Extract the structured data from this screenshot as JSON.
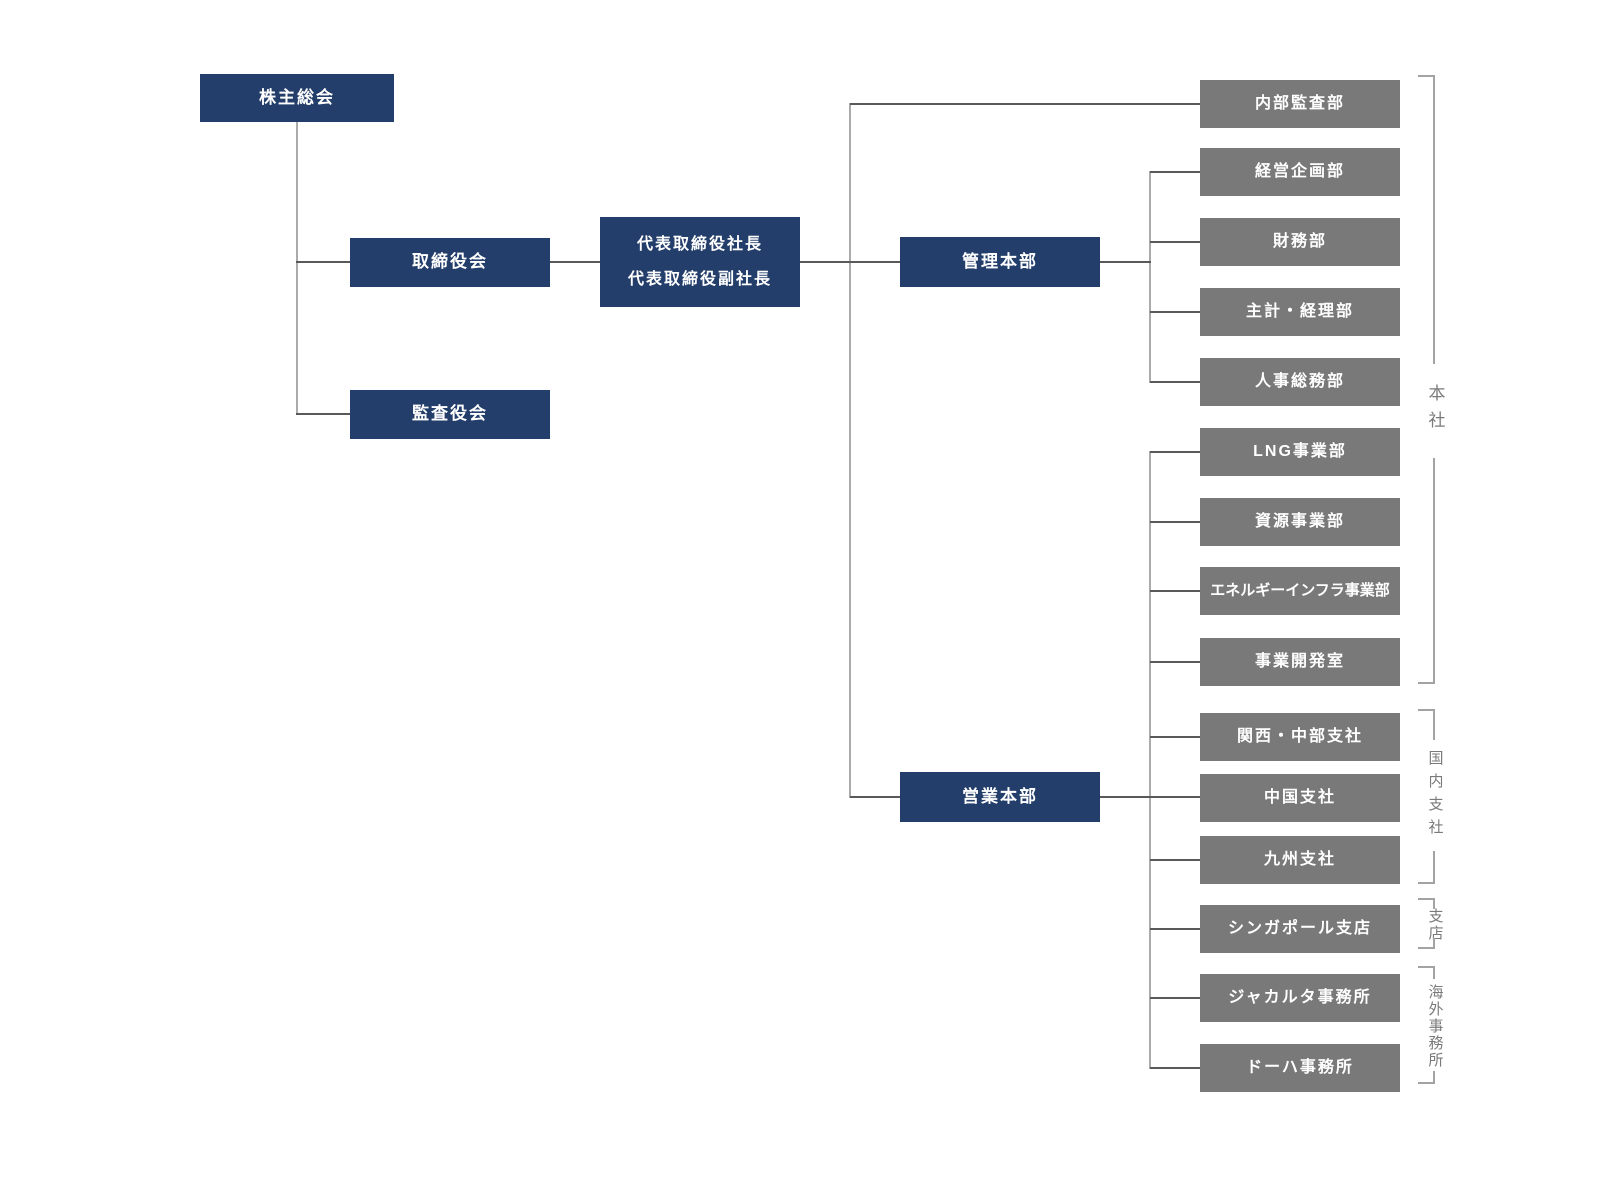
{
  "org": {
    "governance": {
      "shareholders_meeting": "株主総会",
      "board_of_directors": "取締役会",
      "audit_and_supervisory_board": "監査役会",
      "president_line1": "代表取締役社長",
      "president_line2": "代表取締役副社長",
      "admin_division": "管理本部",
      "sales_division": "営業本部"
    },
    "departments": [
      "内部監査部",
      "経営企画部",
      "財務部",
      "主計・経理部",
      "人事総務部",
      "LNG事業部",
      "資源事業部",
      "エネルギーインフラ事業部",
      "事業開発室",
      "関西・中部支社",
      "中国支社",
      "九州支社",
      "シンガポール支店",
      "ジャカルタ事務所",
      "ドーハ事務所"
    ],
    "group_labels": {
      "head_office": "本社",
      "domestic_branches": "国内支社",
      "branch": "支店",
      "overseas_offices": "海外事務所"
    },
    "colors": {
      "navy_box": "#233e6a",
      "gray_box": "#797979",
      "horizontal_connector": "#595959",
      "vertical_connector": "#ababab",
      "bracket": "#a3a3a3"
    }
  }
}
